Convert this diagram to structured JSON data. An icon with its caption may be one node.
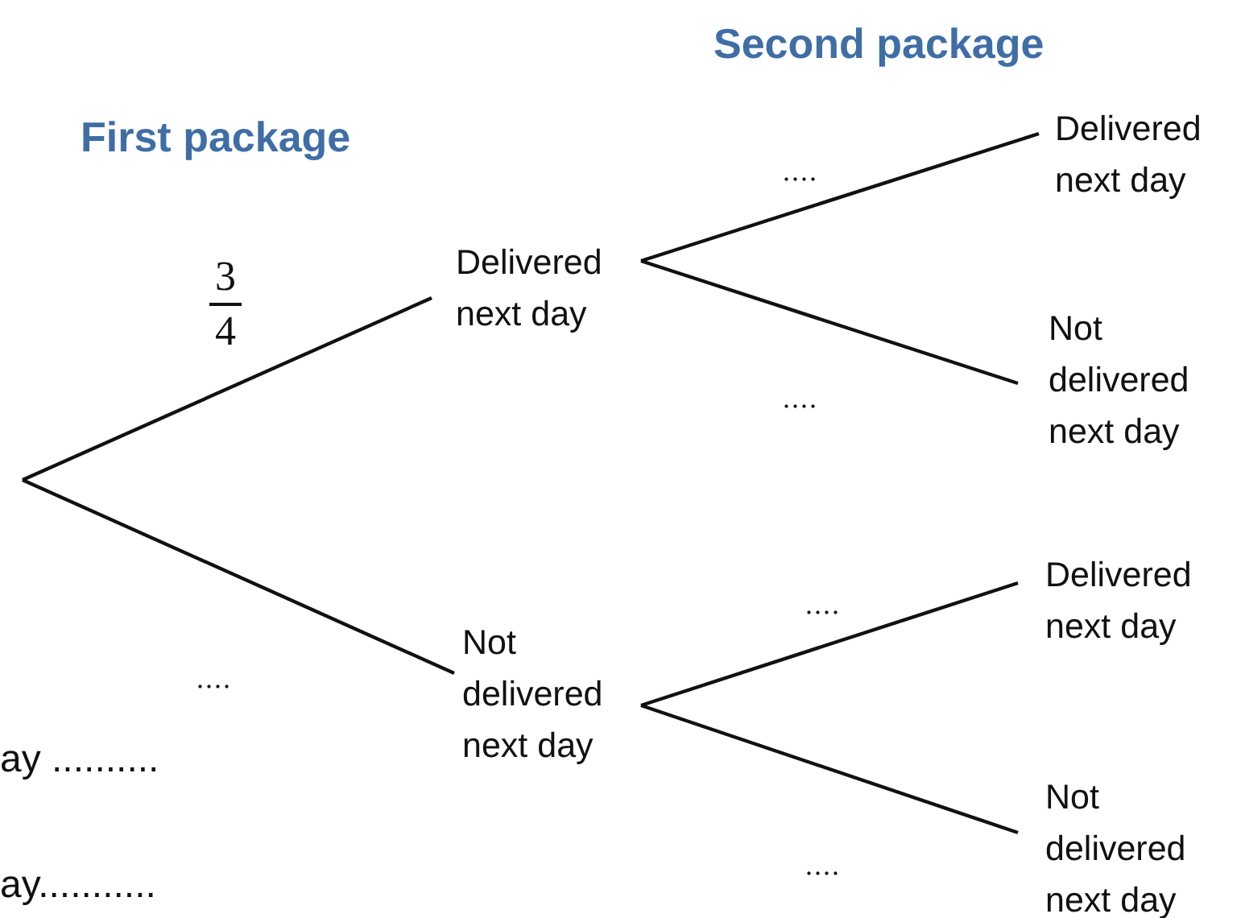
{
  "diagram": {
    "nodes": [
      {
        "text": [
          "Delivered next day"
        ]
      },
      {
        "text": [
          "Not delivered next day"
        ]
      },
      {
        "text": [
          "Delivered next day"
        ]
      },
      {
        "text": [
          "Not delivered next day"
        ]
      },
      {
        "text": [
          "Delivered next day"
        ]
      },
      {
        "text": [
          "Not delivered next day"
        ]
      }
    ],
    "edges": [
      {
        "from": null,
        "to": 0,
        "arrow": "none",
        "label": "3 4"
      },
      {
        "from": null,
        "to": 1,
        "arrow": "none",
        "label": "...."
      },
      {
        "from": 0,
        "to": 2,
        "arrow": "none",
        "label": "...."
      },
      {
        "from": 0,
        "to": 3,
        "arrow": "none",
        "label": "...."
      },
      {
        "from": 1,
        "to": 4,
        "arrow": "none",
        "label": "...."
      },
      {
        "from": 1,
        "to": 5,
        "arrow": "none",
        "label": "...."
      }
    ],
    "labels": [
      "Second package",
      "First package",
      "ay ..........",
      "ay..........."
    ]
  }
}
